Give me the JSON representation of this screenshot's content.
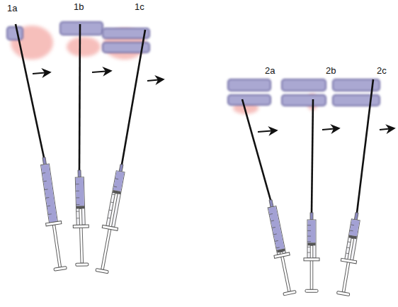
{
  "diagram": {
    "labels": [
      "1a",
      "1b",
      "1c",
      "2a",
      "2b",
      "2c"
    ]
  }
}
